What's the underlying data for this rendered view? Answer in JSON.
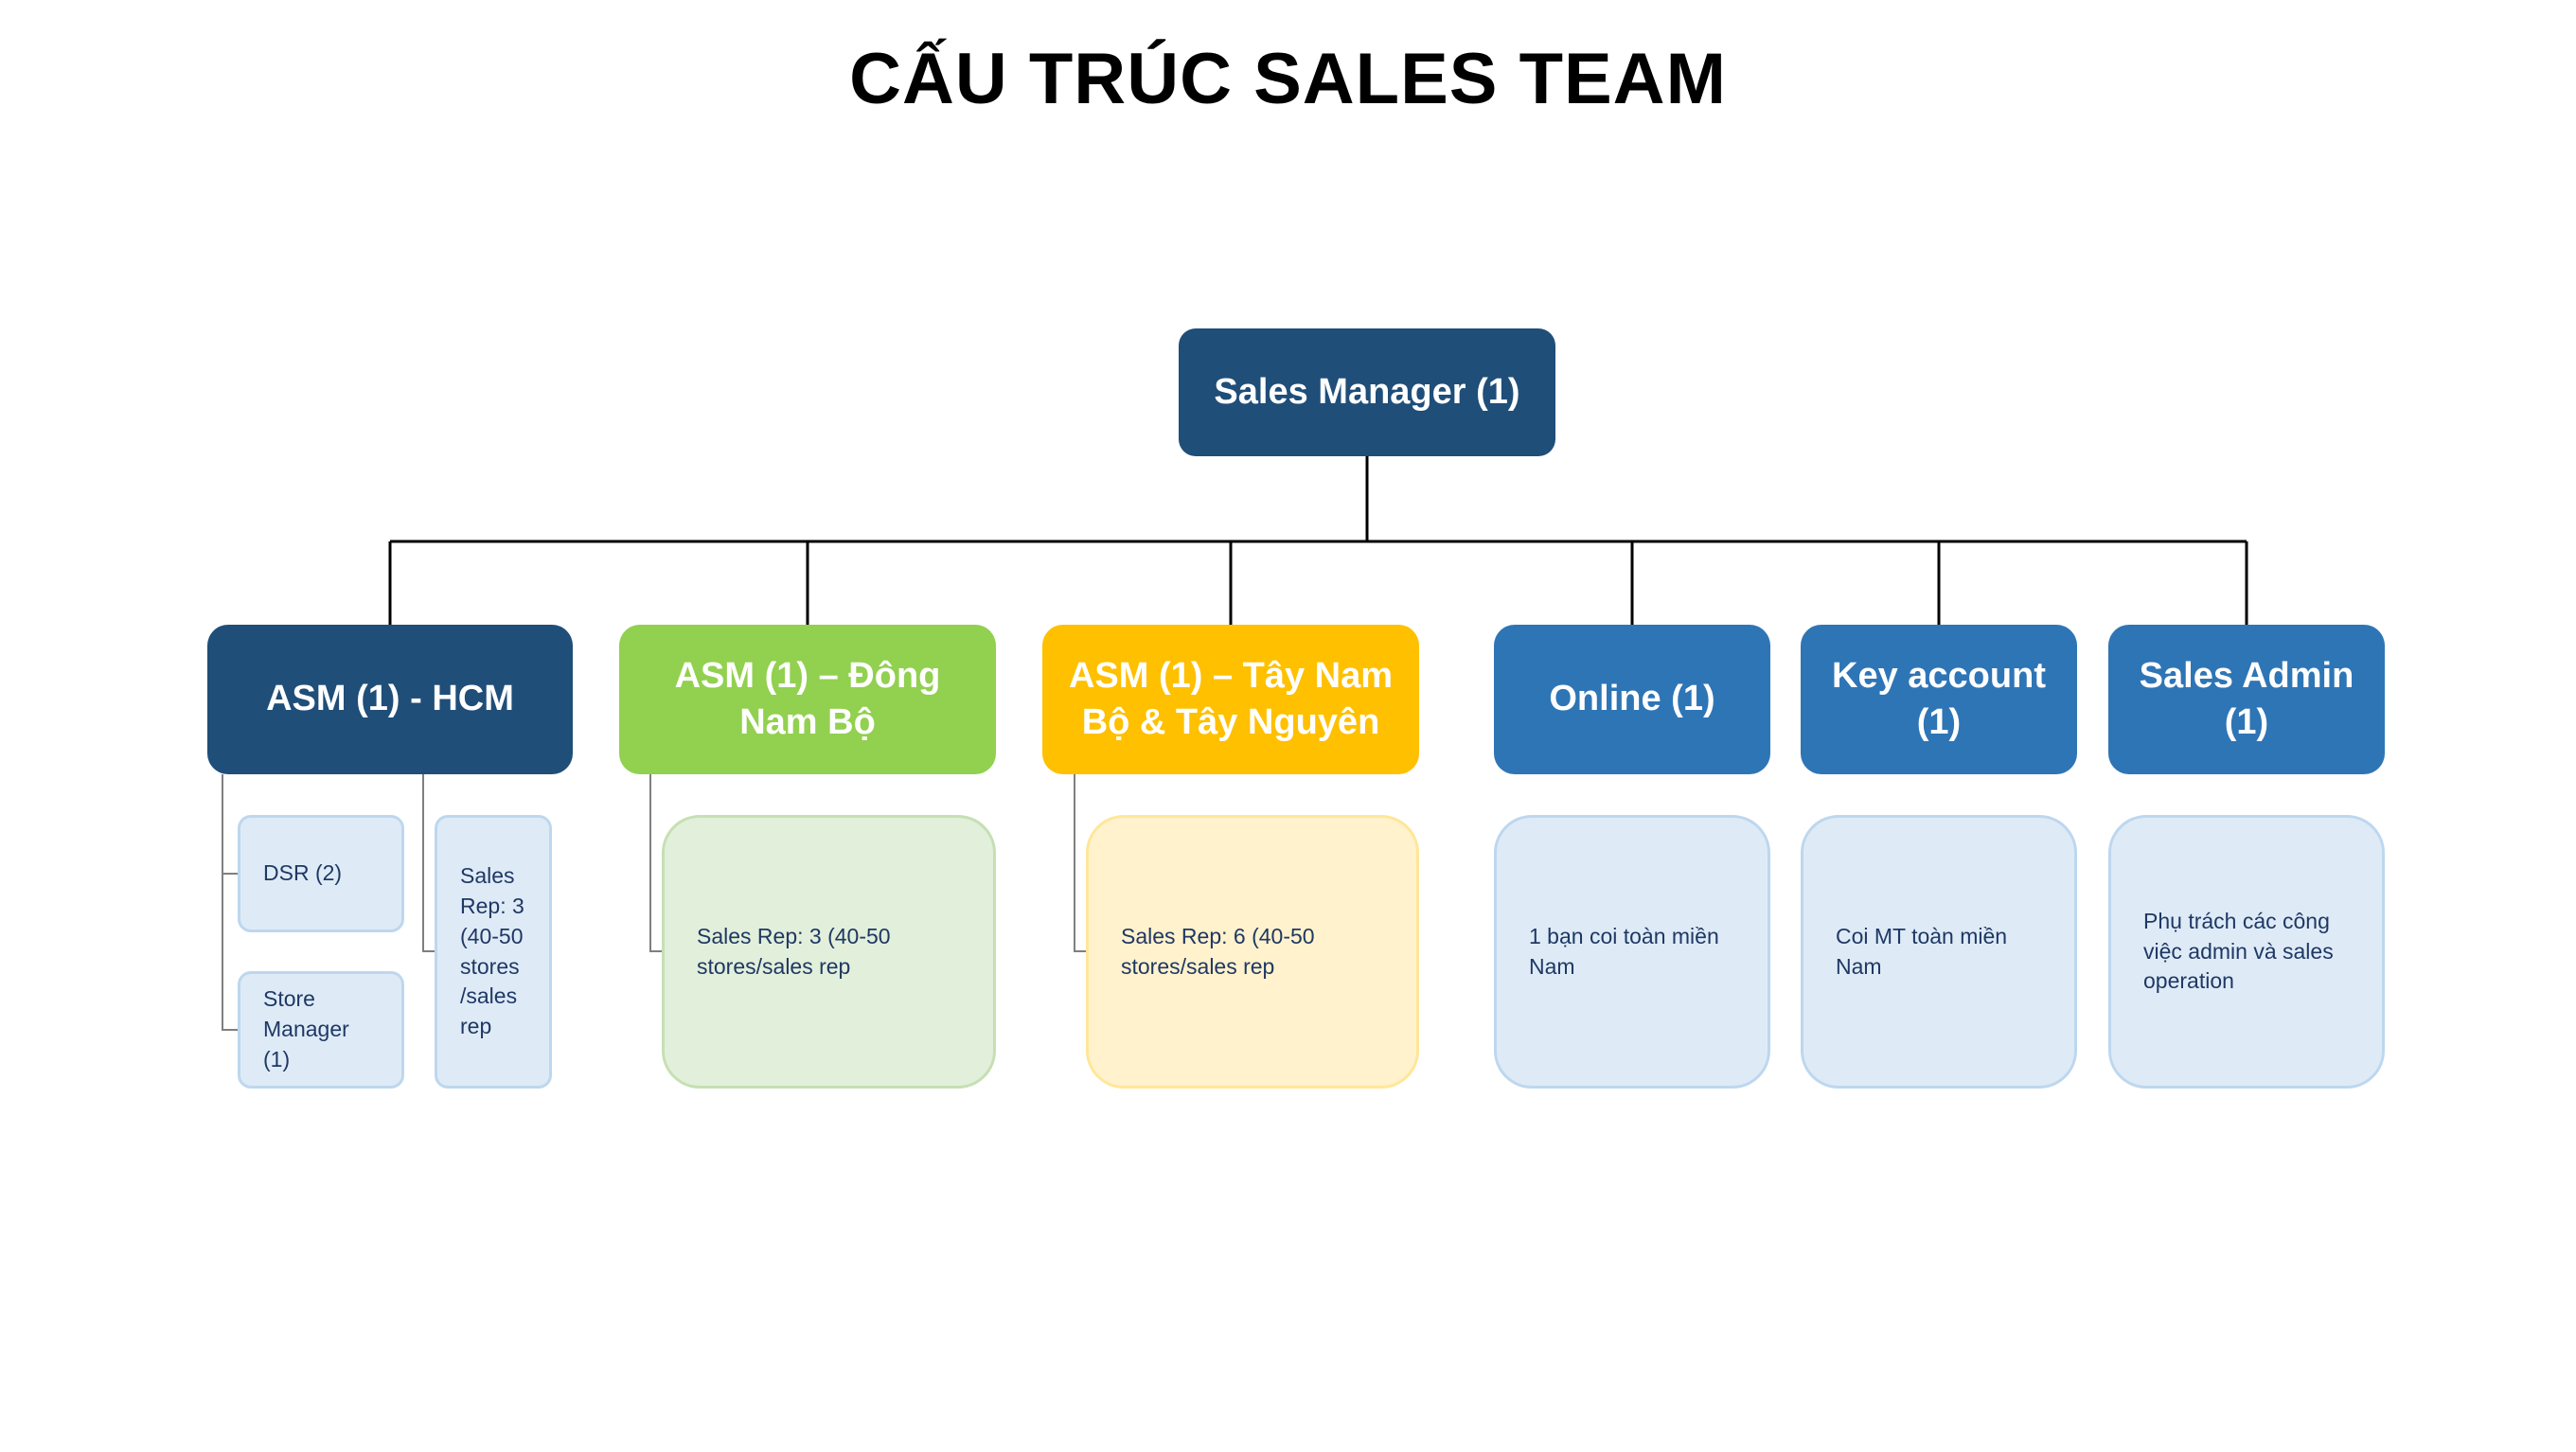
{
  "title": "CẤU TRÚC SALES TEAM",
  "root": {
    "label": "Sales Manager (1)"
  },
  "level1": [
    {
      "label_line1": "ASM (1) - HCM",
      "label_line2": ""
    },
    {
      "label_line1": "ASM (1) – Đông",
      "label_line2": "Nam Bộ"
    },
    {
      "label_line1": "ASM (1) – Tây Nam",
      "label_line2": "Bộ & Tây Nguyên"
    },
    {
      "label_line1": "Online (1)",
      "label_line2": ""
    },
    {
      "label_line1": "Key account",
      "label_line2": "(1)"
    },
    {
      "label_line1": "Sales Admin",
      "label_line2": "(1)"
    }
  ],
  "level2": {
    "hcm_dsr": "DSR (2)",
    "hcm_store_manager": "Store Manager (1)",
    "hcm_sales_rep": "Sales Rep: 3 (40-50 stores /sales rep",
    "dnb_sales_rep": "Sales Rep: 3 (40-50 stores/sales rep",
    "tn_sales_rep": "Sales Rep: 6 (40-50 stores/sales rep",
    "online_desc": "1 bạn coi toàn miền Nam",
    "key_account_desc": "Coi MT toàn miền Nam",
    "sales_admin_desc": "Phụ trách các công việc admin và sales operation"
  },
  "colors": {
    "navy": "#1f4e79",
    "green": "#92d050",
    "amber": "#ffc000",
    "blue": "#2e75b6",
    "light_blue_fill": "#deebf7",
    "light_green_fill": "#e2efda",
    "light_yellow_fill": "#fff2cc",
    "connector": "#000000"
  }
}
